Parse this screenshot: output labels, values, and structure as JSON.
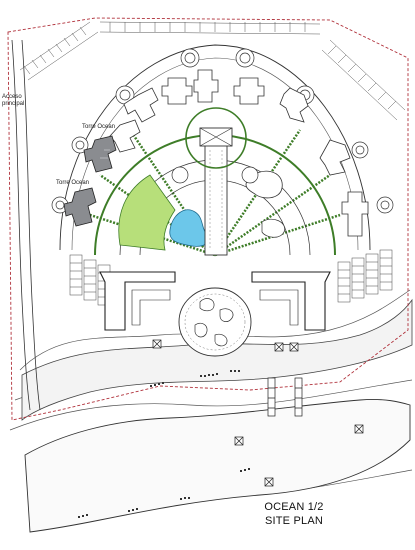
{
  "labels": {
    "main_access": [
      "Acceso",
      "principal"
    ],
    "tower_a": "Torre Ocean",
    "tower_b": "Torre Ocean"
  },
  "title": {
    "line1": "OCEAN 1/2",
    "line2": "SITE PLAN"
  },
  "colors": {
    "line": "#333333",
    "boundary": "#b0303a",
    "green_fill": "#b7df7a",
    "green_dark": "#3e7d28",
    "pool": "#6cc7ea",
    "tower_gray": "#8a8c90",
    "water_fill": "#e6e6e6"
  }
}
